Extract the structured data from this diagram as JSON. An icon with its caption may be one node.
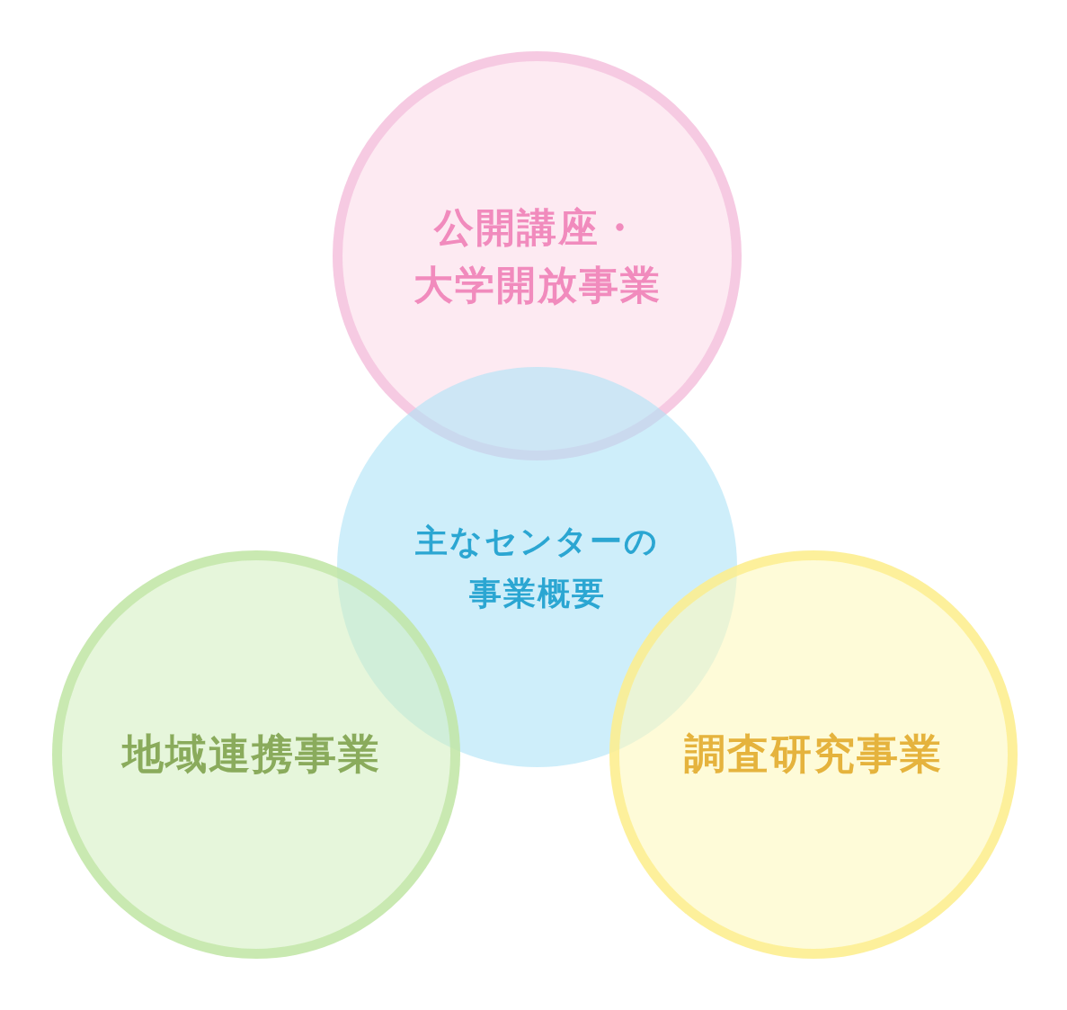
{
  "diagram": {
    "nodes": [
      {
        "text": [
          "公開講座・大学開放事業"
        ]
      },
      {
        "text": [
          "主なセンターの事業概要"
        ]
      },
      {
        "text": [
          "地域連携事業"
        ]
      },
      {
        "text": [
          "調査研究事業"
        ]
      }
    ],
    "edges": []
  }
}
